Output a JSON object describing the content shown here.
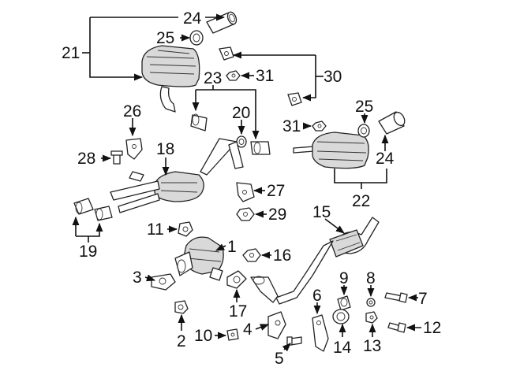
{
  "diagram": {
    "callouts": {
      "c1": "1",
      "c2": "2",
      "c3": "3",
      "c4": "4",
      "c5": "5",
      "c6": "6",
      "c7": "7",
      "c8": "8",
      "c9": "9",
      "c10": "10",
      "c11": "11",
      "c12": "12",
      "c13": "13",
      "c14": "14",
      "c15": "15",
      "c16": "16",
      "c17": "17",
      "c18": "18",
      "c19": "19",
      "c20": "20",
      "c21": "21",
      "c22": "22",
      "c23": "23",
      "c24a": "24",
      "c24b": "24",
      "c25a": "25",
      "c25b": "25",
      "c26": "26",
      "c27": "27",
      "c28": "28",
      "c29": "29",
      "c30": "30",
      "c31a": "31",
      "c31b": "31"
    }
  }
}
